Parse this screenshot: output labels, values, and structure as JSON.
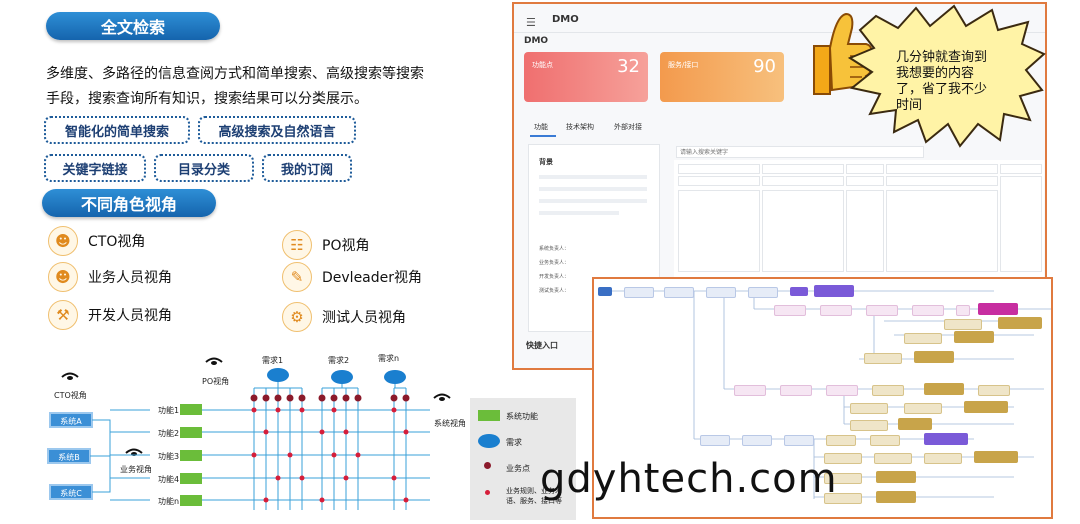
{
  "left": {
    "section1_title": "全文检索",
    "description": "多维度、多路径的信息查阅方式和简单搜索、高级搜索等搜索手段，搜索查询所有知识，搜索结果可以分类展示。",
    "tags": [
      "智能化的简单搜索",
      "高级搜索及自然语言",
      "关键字链接",
      "目录分类",
      "我的订阅"
    ],
    "section2_title": "不同角色视角",
    "roles": [
      "CTO视角",
      "PO视角",
      "业务人员视角",
      "Devleader视角",
      "开发人员视角",
      "测试人员视角"
    ]
  },
  "diagram": {
    "po_view": "PO视角",
    "cto_view": "CTO视角",
    "business_view": "业务视角",
    "system_view": "系统视角",
    "needs": [
      "需求1",
      "需求2",
      "需求n"
    ],
    "systems": [
      "系统A",
      "系统B",
      "系统C"
    ],
    "functions": [
      "功能1",
      "功能2",
      "功能3",
      "功能4",
      "功能n"
    ],
    "legend": {
      "system_function": "系统功能",
      "need": "需求",
      "business_point": "业务点",
      "business_rule": "业务规则、业务术语、服务、接口等"
    },
    "colors": {
      "function": "#6bbd3a",
      "need": "#1a7fcf",
      "point": "#8b1a2b",
      "rule": "#d61e3a",
      "grid": "#3aa0d8"
    }
  },
  "dmo": {
    "title": "DMO",
    "subtitle": "DMO",
    "card1": {
      "label": "功能点",
      "value": "32"
    },
    "card2": {
      "label": "服务/接口",
      "value": "90"
    },
    "tabs": [
      "功能",
      "技术架构",
      "外部对接"
    ],
    "search_placeholder": "请输入搜索关键字",
    "background_title": "背景",
    "people": [
      "系统负责人：",
      "业务负责人：",
      "开发负责人：",
      "测试负责人："
    ],
    "quick_entry": "快捷入口"
  },
  "bubble": {
    "text": "几分钟就查询到我想要的内容了，省了我不少时间"
  },
  "watermark": "gdyhtech.com"
}
